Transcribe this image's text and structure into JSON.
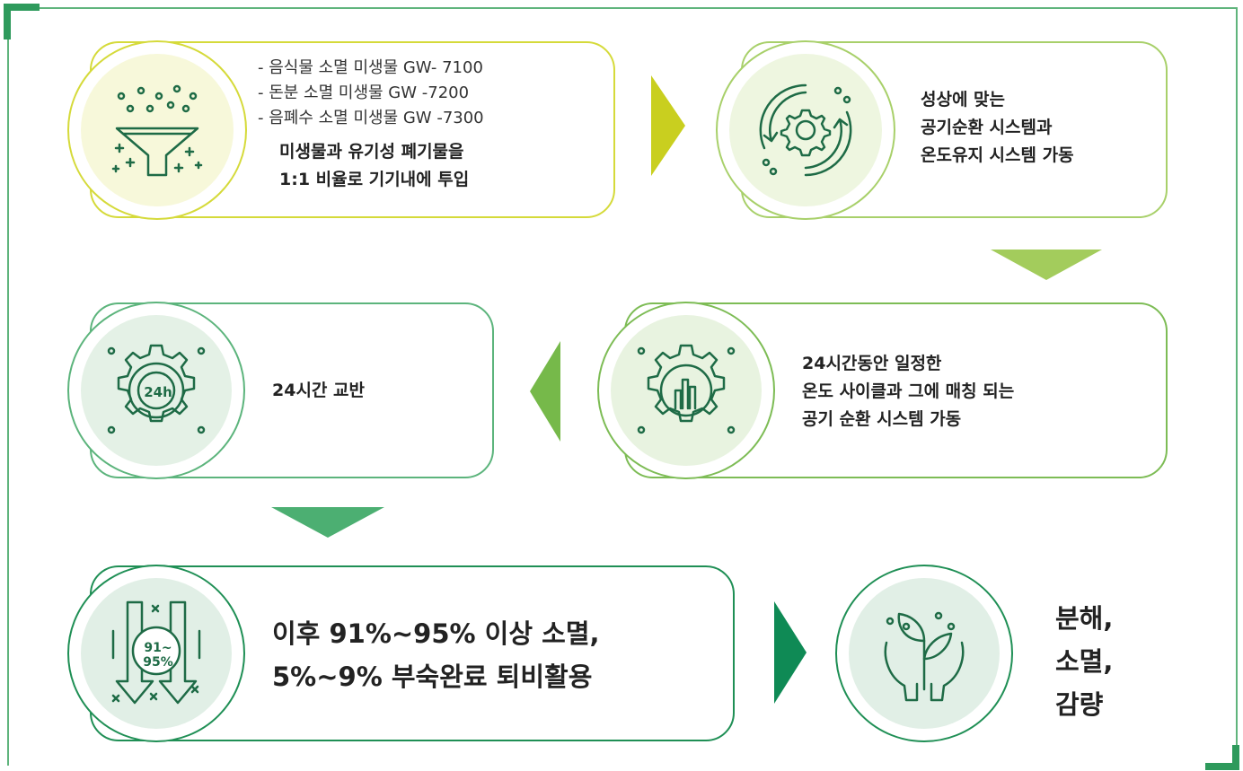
{
  "step1": {
    "bullets": [
      "- 음식물 소멸 미생물 GW- 7100",
      "- 돈분 소멸 미생물 GW -7200",
      "- 음폐수 소멸 미생물 GW -7300"
    ],
    "lines": [
      "미생물과 유기성 폐기물을",
      "1:1 비율로 기기내에 투입"
    ],
    "icon": "funnel-icon",
    "color": "#c9cf1f"
  },
  "step2": {
    "lines": [
      "성상에 맞는",
      "공기순환 시스템과",
      "온도유지 시스템 가동"
    ],
    "icon": "gear-cycle-icon",
    "color": "#a3cc5c"
  },
  "step3": {
    "lines": [
      "24시간동안 일정한",
      "온도 사이클과 그에 매칭 되는",
      "공기 순환 시스템 가동"
    ],
    "icon": "gear-chart-icon",
    "color": "#76b94a"
  },
  "step4": {
    "lines": [
      "24시간 교반"
    ],
    "icon": "gear-24h-icon",
    "badge": "24h",
    "color": "#4caf72"
  },
  "step5": {
    "lines": [
      "이후 91%~95% 이상 소멸,",
      "5%~9% 부숙완료 퇴비활용"
    ],
    "icon": "reduction-arrows-icon",
    "badge_top": "91~",
    "badge_bottom": "95%",
    "color": "#1f8f55"
  },
  "step6": {
    "lines": [
      "분해,",
      "소멸,",
      "감량"
    ],
    "icon": "hands-plant-icon",
    "color": "#1f8f55"
  }
}
